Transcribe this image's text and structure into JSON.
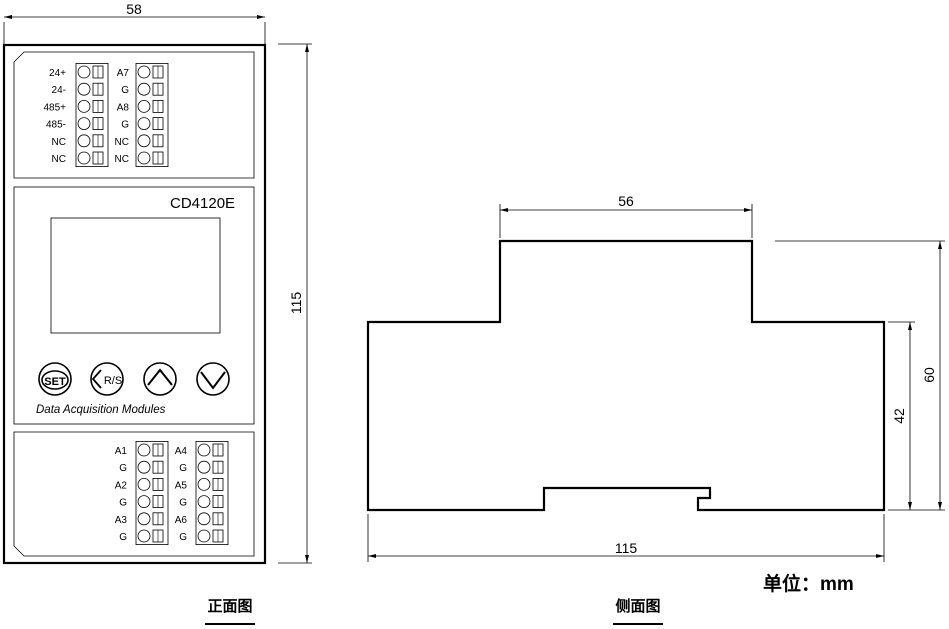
{
  "front_view": {
    "caption": "正面图",
    "width_dim": "58",
    "height_dim": "115",
    "model": "CD4120E",
    "subtitle": "Data Acquisition Modules",
    "top_terminal_labels_left": [
      "24+",
      "24-",
      "485+",
      "485-",
      "NC",
      "NC"
    ],
    "top_terminal_labels_right": [
      "A7",
      "G",
      "A8",
      "G",
      "NC",
      "NC"
    ],
    "bottom_terminal_labels_left": [
      "A1",
      "G",
      "A2",
      "G",
      "A3",
      "G"
    ],
    "bottom_terminal_labels_right": [
      "A4",
      "G",
      "A5",
      "G",
      "A6",
      "G"
    ],
    "buttons": {
      "set": "SET",
      "rs": "R/S"
    }
  },
  "side_view": {
    "caption": "侧面图",
    "top_width_dim": "56",
    "bottom_width_dim": "115",
    "inner_height_dim": "42",
    "total_height_dim": "60"
  },
  "unit_note": "单位：mm"
}
